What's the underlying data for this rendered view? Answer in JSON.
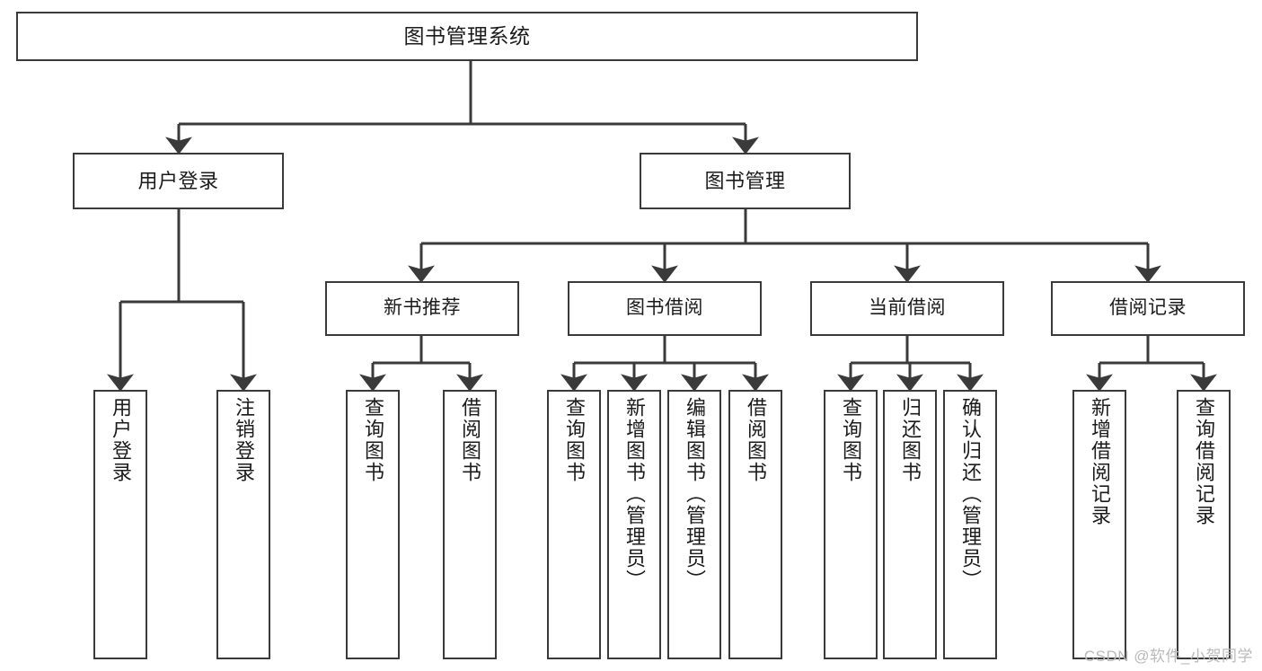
{
  "diagram": {
    "title": "图书管理系统",
    "watermark": "CSDN @软件_小贺同学",
    "line_color": "#3a3a3a",
    "box_border_color": "#3a3a3a",
    "box_fill": "#ffffff",
    "text_color": "#1b1b1b",
    "watermark_color": "#b9b9b9",
    "root": {
      "label": "图书管理系统"
    },
    "level2": [
      {
        "label": "用户登录"
      },
      {
        "label": "图书管理"
      }
    ],
    "level3": [
      {
        "label": "新书推荐"
      },
      {
        "label": "图书借阅"
      },
      {
        "label": "当前借阅"
      },
      {
        "label": "借阅记录"
      }
    ],
    "leaves": {
      "user_login": [
        {
          "label": "用户登录"
        },
        {
          "label": "注销登录"
        }
      ],
      "new_book_recommend": [
        {
          "label": "查询图书"
        },
        {
          "label": "借阅图书"
        }
      ],
      "book_borrow": [
        {
          "label": "查询图书"
        },
        {
          "label": "新增图书（管理员）"
        },
        {
          "label": "编辑图书（管理员）"
        },
        {
          "label": "借阅图书"
        }
      ],
      "current_borrow": [
        {
          "label": "查询图书"
        },
        {
          "label": "归还图书"
        },
        {
          "label": "确认归还（管理员）"
        }
      ],
      "borrow_record": [
        {
          "label": "新增借阅记录"
        },
        {
          "label": "查询借阅记录"
        }
      ]
    }
  }
}
